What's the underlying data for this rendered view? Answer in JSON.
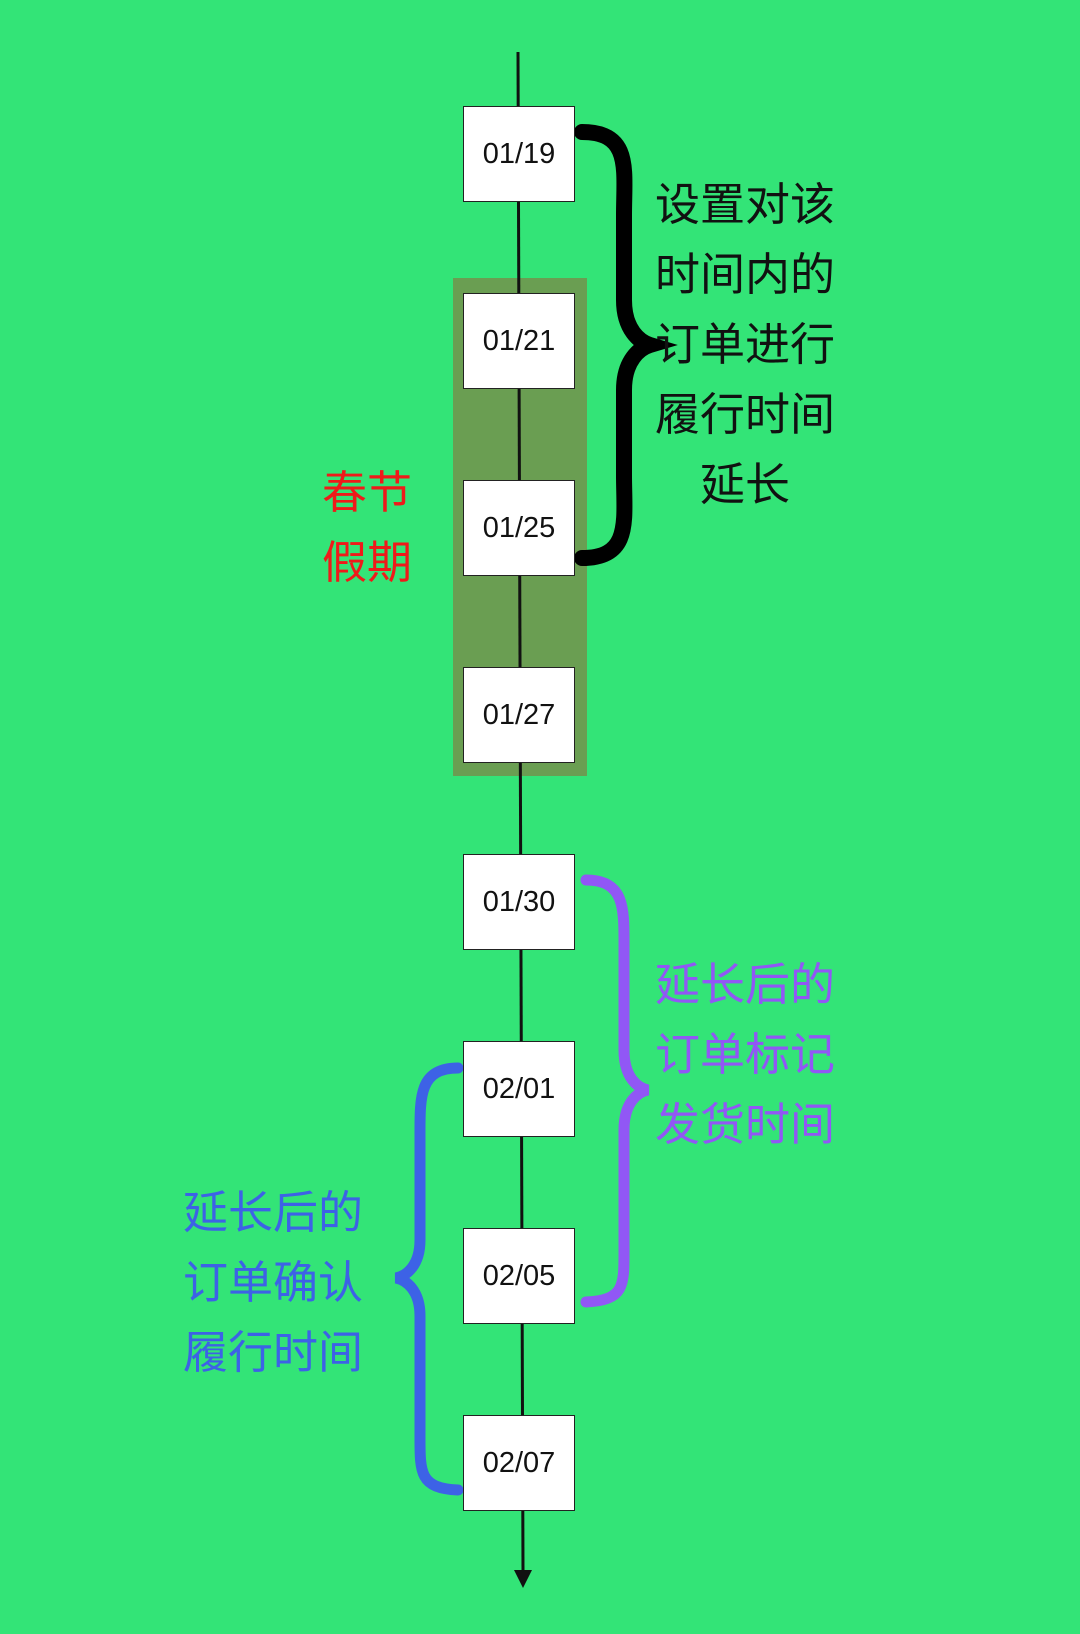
{
  "colors": {
    "background": "#33e477",
    "holiday_band": "#6a9e52",
    "timeline": "#111111",
    "brace_black": "#000000",
    "brace_purple": "#9157f5",
    "brace_blue": "#3d62e6",
    "holiday_text": "#ef1a1a"
  },
  "dates": [
    "01/19",
    "01/21",
    "01/25",
    "01/27",
    "01/30",
    "02/01",
    "02/05",
    "02/07"
  ],
  "annotations": {
    "holiday": "春节\n假期",
    "extend_period": "设置对该\n时间内的\n订单进行\n履行时间\n延长",
    "extended_ship_time": "延长后的\n订单标记\n发货时间",
    "extended_confirm_time": "延长后的\n订单确认\n履行时间"
  }
}
